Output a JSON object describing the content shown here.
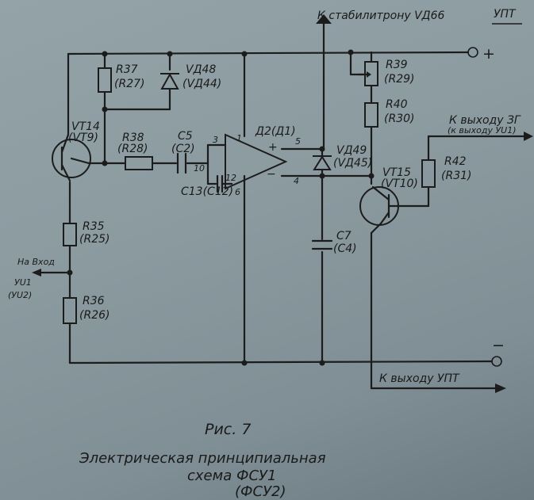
{
  "top_label": "К стабилитрону VД66",
  "upt_top": "УПТ",
  "plus_sign": "+",
  "minus_sign": "−",
  "components": {
    "r37": {
      "name": "R37",
      "alt": "(R27)"
    },
    "vd48": {
      "name": "VД48",
      "alt": "(VД44)"
    },
    "vt14": {
      "name": "VT14",
      "alt": "(VT9)"
    },
    "r38": {
      "name": "R38",
      "alt": "(R28)"
    },
    "c5": {
      "name": "C5",
      "alt": "(C2)"
    },
    "d2": {
      "name": "Д2(Д1)"
    },
    "c13": {
      "name": "C13(C12)"
    },
    "vd49": {
      "name": "VД49",
      "alt": "(VД45)"
    },
    "r39": {
      "name": "R39",
      "alt": "(R29)"
    },
    "r40": {
      "name": "R40",
      "alt": "(R30)"
    },
    "vt15": {
      "name": "VT15",
      "alt": "(VT10)"
    },
    "r42": {
      "name": "R42",
      "alt": "(R31)"
    },
    "r35": {
      "name": "R35",
      "alt": "(R25)"
    },
    "r36": {
      "name": "R36",
      "alt": "(R26)"
    },
    "c7": {
      "name": "C7",
      "alt": "(C4)"
    }
  },
  "pins": {
    "p3": "3",
    "p1": "1",
    "p10": "10",
    "p12": "12",
    "p6": "6",
    "p5": "5",
    "p4": "4",
    "plus": "+",
    "minus": "−"
  },
  "input_label": {
    "line1": "На Вход",
    "line2": "УU1",
    "line3": "(УU2)"
  },
  "output_zg": {
    "line1": "К выходу ЗГ",
    "line2": "(к выходу УU1)"
  },
  "output_upt": "К выходу УПТ",
  "caption": {
    "fig": "Рис. 7",
    "line1": "Электрическая принципиальная",
    "line2": "схема ФСУ1",
    "line3": "(ФСУ2)"
  }
}
